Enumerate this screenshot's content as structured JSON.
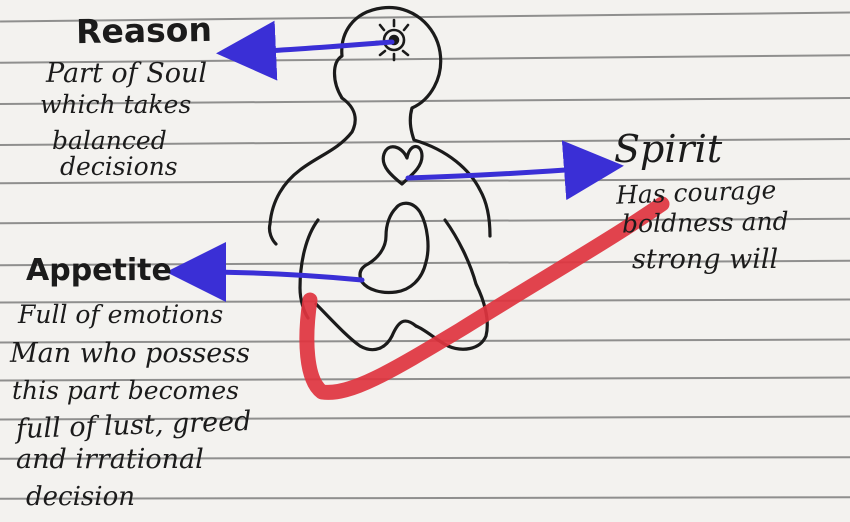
{
  "colors": {
    "paper": "#f3f2ef",
    "ink": "#1b1b1b",
    "arrow_blue": "#3a2fd6",
    "check_red": "#e0343f"
  },
  "icons": [
    "human-figure",
    "eye-icon",
    "heart-icon",
    "stomach-icon",
    "checkmark-icon"
  ],
  "reason": {
    "title": "Reason",
    "lines": [
      "Part of Soul",
      "which takes",
      "balanced",
      "decisions"
    ]
  },
  "spirit": {
    "title": "Spirit",
    "lines": [
      "Has courage",
      "boldness and",
      "strong will"
    ]
  },
  "appetite": {
    "title": "Appetite",
    "lines": [
      "Full of emotions",
      "Man who possess",
      "this part becomes",
      "full of lust, greed",
      "and irrational",
      "decision"
    ]
  }
}
